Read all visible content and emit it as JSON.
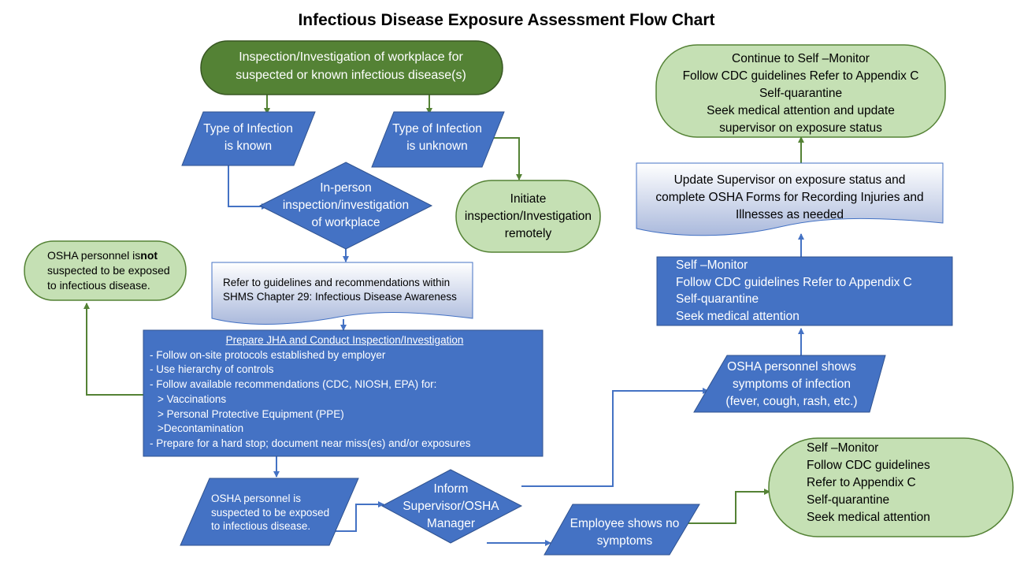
{
  "title": "Infectious Disease Exposure Assessment Flow Chart",
  "colors": {
    "start_fill": "#548235",
    "process_fill": "#4472c4",
    "terminal_fill": "#c5e0b4",
    "connector_blue": "#4472c4",
    "connector_green": "#548235"
  },
  "nodes": {
    "start": [
      "Inspection/Investigation of workplace for",
      "suspected or known infectious disease(s)"
    ],
    "known": [
      "Type of Infection",
      "is known"
    ],
    "unknown": [
      "Type of Infection",
      "is unknown"
    ],
    "inperson": [
      "In-person",
      "inspection/investigation",
      "of workplace"
    ],
    "remote": [
      "Initiate",
      "inspection/Investigation",
      "remotely"
    ],
    "notexposed": {
      "pre": "OSHA personnel is",
      "bold": "not",
      "line1_end": " suspected to be exposed",
      "line2": "to infectious disease."
    },
    "refer": [
      "Refer to guidelines and recommendations within",
      "SHMS Chapter 29: Infectious Disease Awareness"
    ],
    "prepare": {
      "heading": "Prepare JHA and Conduct Inspection/Investigation",
      "items": [
        "- Follow on-site protocols established by employer",
        "- Use hierarchy of controls",
        "- Follow available recommendations (CDC, NIOSH, EPA) for:",
        "    > Vaccinations",
        "    > Personal Protective Equipment (PPE)",
        "    >Decontamination",
        "- Prepare for a hard stop; document near miss(es) and/or exposures"
      ]
    },
    "suspected": [
      "OSHA personnel is",
      "suspected to be exposed",
      "to infectious disease."
    ],
    "inform": [
      "Inform",
      "Supervisor/OSHA",
      "Manager"
    ],
    "noshow": [
      "Employee shows no",
      "symptoms"
    ],
    "selfmon2": [
      "Self –Monitor",
      "Follow CDC guidelines",
      "Refer to Appendix C",
      "Self-quarantine",
      "Seek medical attention"
    ],
    "symptoms": [
      "OSHA personnel shows",
      "symptoms of infection",
      "(fever, cough, rash, etc.)"
    ],
    "selfmon1": [
      "Self –Monitor",
      "Follow CDC guidelines Refer to Appendix C",
      "Self-quarantine",
      "Seek medical attention"
    ],
    "update": [
      "Update Supervisor on exposure status and",
      "complete OSHA Forms for Recording Injuries and",
      "Illnesses as needed"
    ],
    "continue": [
      "Continue to Self  –Monitor",
      "Follow CDC guidelines Refer to Appendix C",
      "Self-quarantine",
      "Seek medical attention and update",
      "supervisor on exposure status"
    ]
  }
}
